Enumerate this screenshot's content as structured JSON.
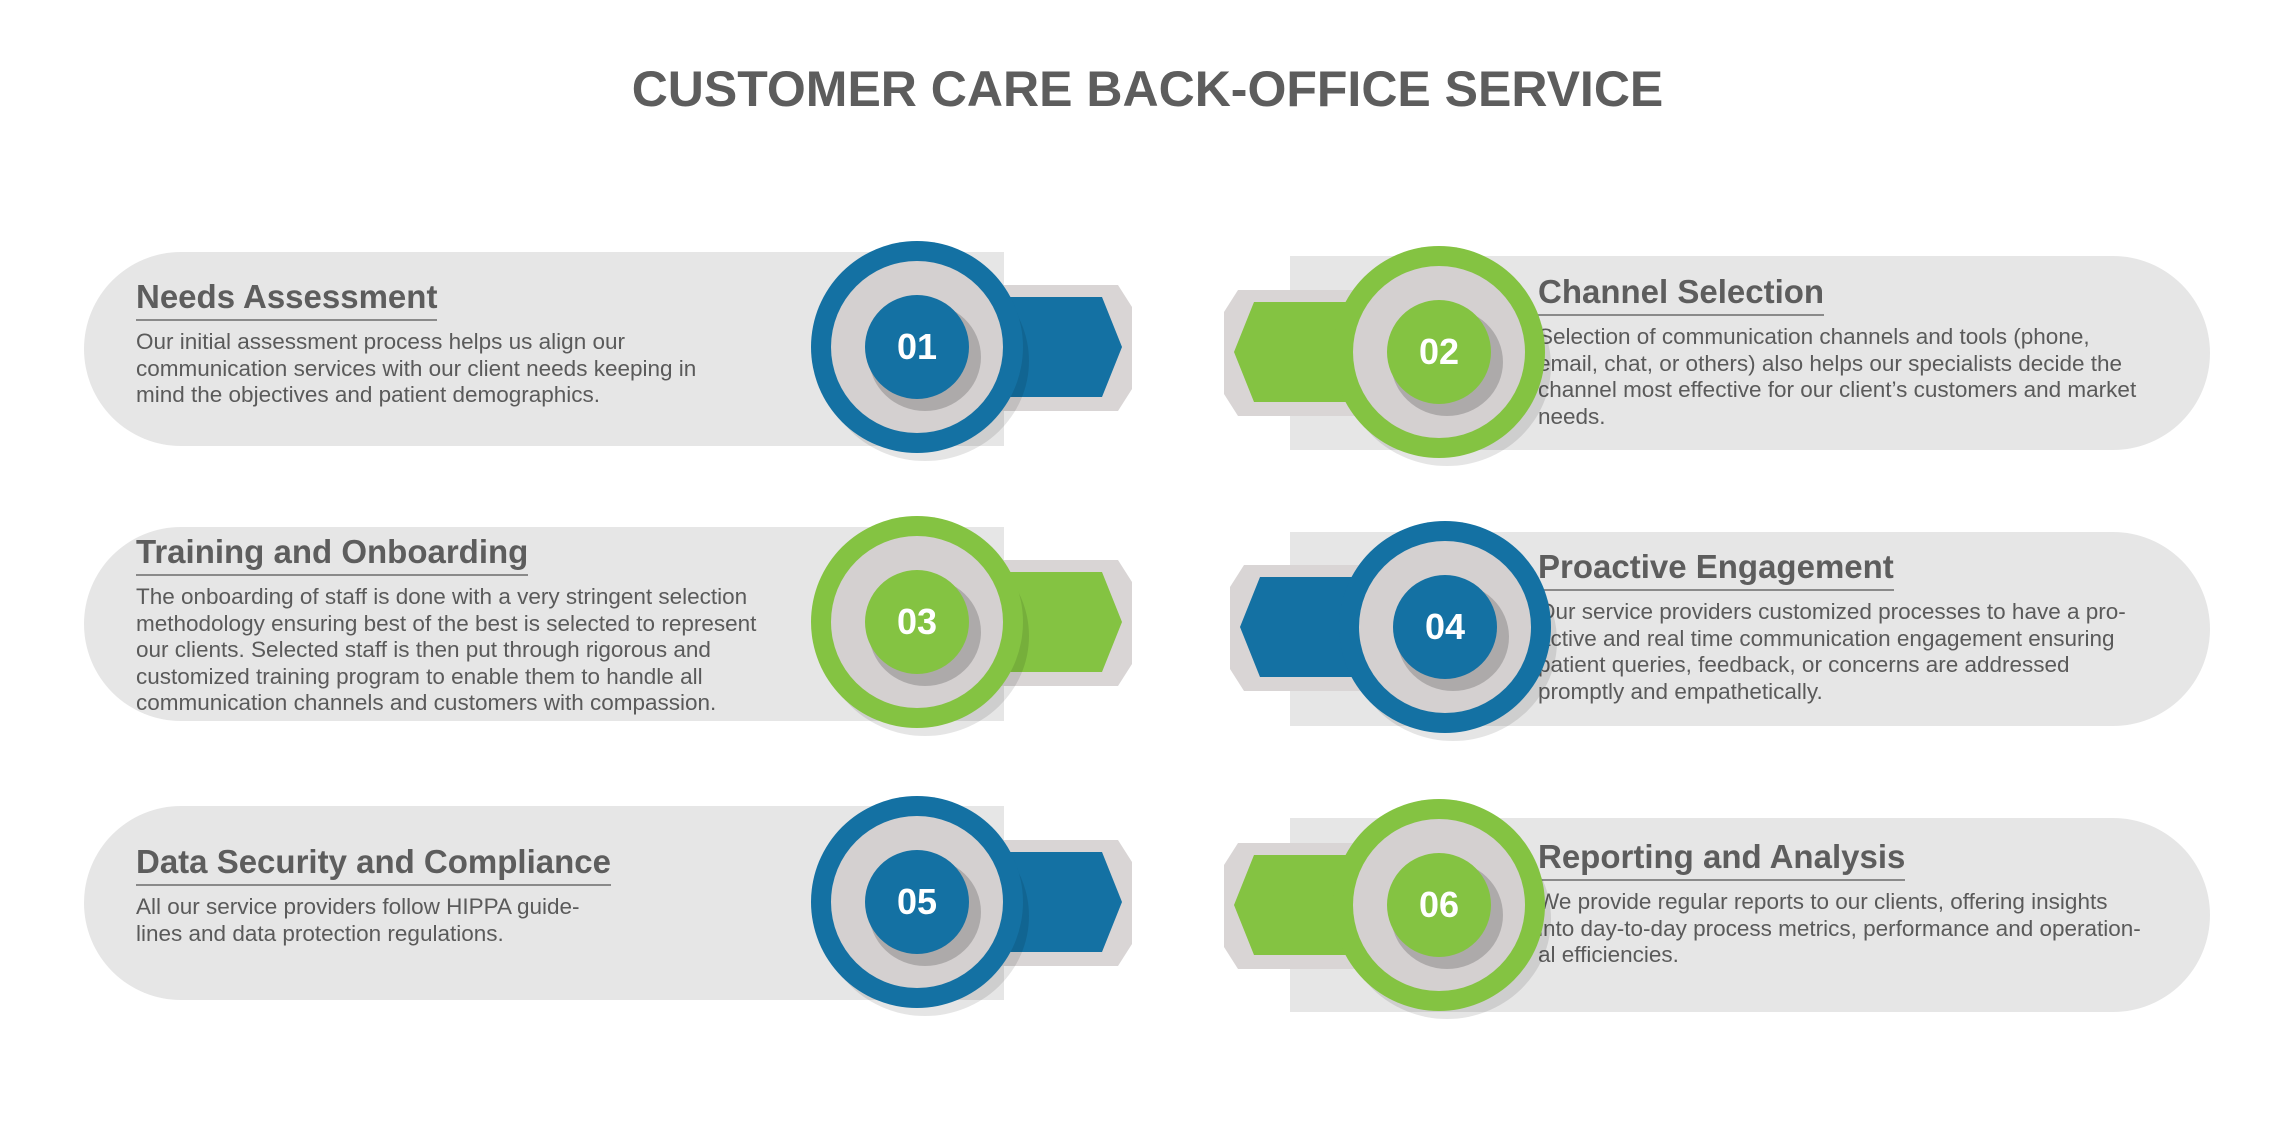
{
  "title": "CUSTOMER CARE BACK-OFFICE SERVICE",
  "colors": {
    "blue": "#1471a3",
    "green": "#84c342",
    "card": "#e6e6e6",
    "ring": "#d4d0d0"
  },
  "steps": [
    {
      "number": "01",
      "heading": "Needs Assessment",
      "color": "blue",
      "lines": [
        "Our initial assessment process helps us align our",
        "communication services with our client needs keeping in",
        "mind the objectives and patient demographics."
      ]
    },
    {
      "number": "02",
      "heading": "Channel Selection",
      "color": "green",
      "lines": [
        "Selection of communication channels and tools (phone,",
        "email, chat, or others) also helps our specialists decide the",
        "channel most effective for our client’s customers and market",
        "needs."
      ]
    },
    {
      "number": "03",
      "heading": "Training and Onboarding",
      "color": "green",
      "lines": [
        "The onboarding of staff is done with a very stringent selection",
        "methodology ensuring best of the best is selected to represent",
        "our clients. Selected staff is then put through rigorous and",
        "customized training program to enable  them to handle all",
        "communication channels and customers with compassion."
      ]
    },
    {
      "number": "04",
      "heading": "Proactive Engagement",
      "color": "blue",
      "lines": [
        "Our service providers customized processes to have a pro-",
        "active and real time communication engagement ensuring",
        "patient queries, feedback, or concerns are addressed",
        "promptly and empathetically."
      ]
    },
    {
      "number": "05",
      "heading": "Data Security and Compliance",
      "color": "blue",
      "lines": [
        "All our service providers follow HIPPA guide-",
        "lines and data protection regulations."
      ]
    },
    {
      "number": "06",
      "heading": "Reporting and Analysis",
      "color": "green",
      "lines": [
        "We provide regular reports to our clients, offering insights",
        "into day-to-day process metrics, performance and operation-",
        "al efficiencies."
      ]
    }
  ]
}
